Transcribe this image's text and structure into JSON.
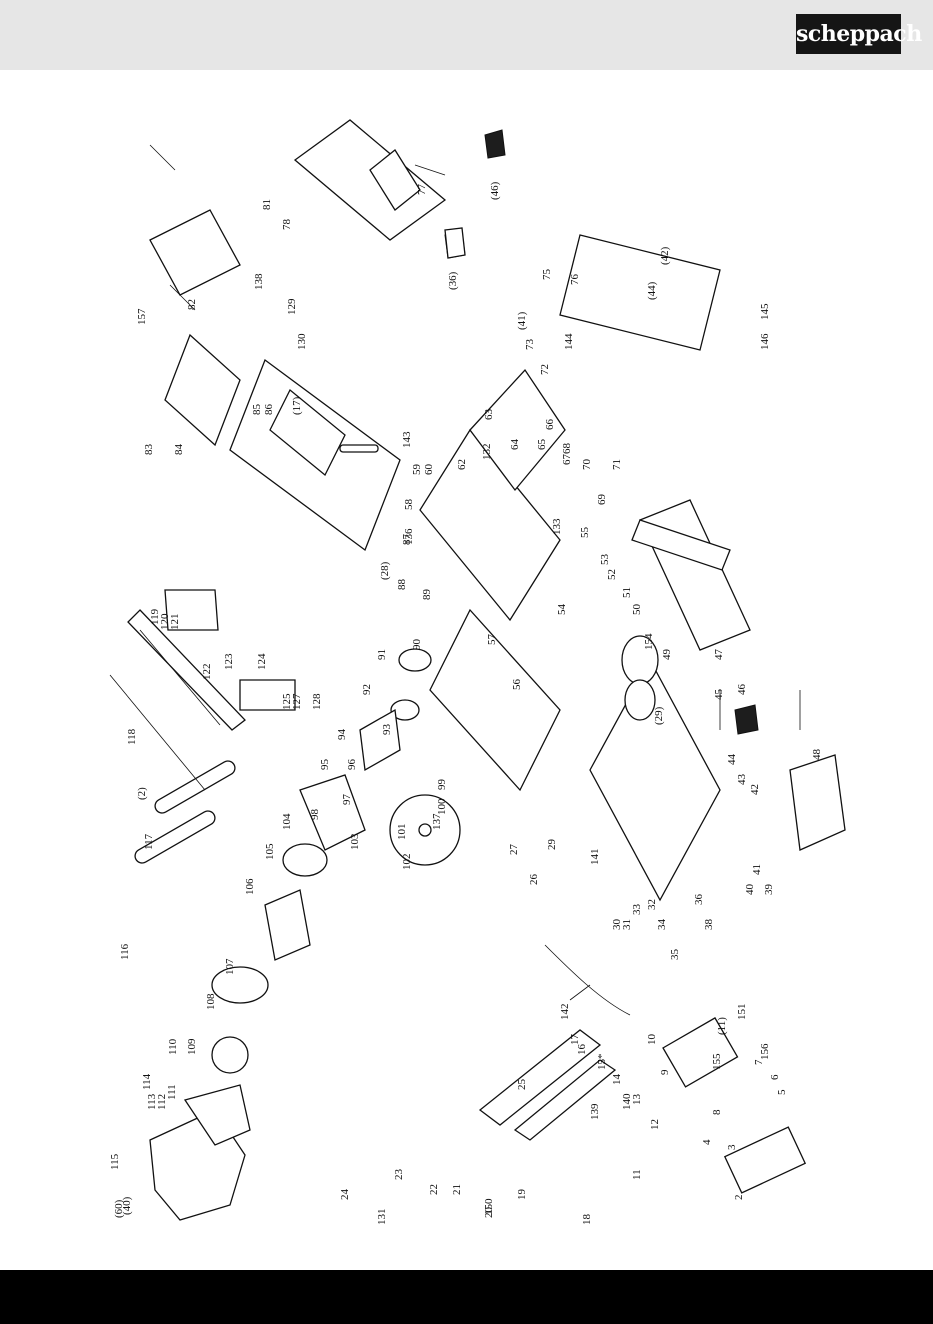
{
  "brand": {
    "logo_text": "scheppach"
  },
  "part_numbers": [
    "2",
    "3",
    "4",
    "5",
    "6",
    "7",
    "8",
    "9",
    "10",
    "11",
    "12",
    "13",
    "14",
    "15*",
    "16",
    "17",
    "18",
    "19",
    "20",
    "21",
    "22",
    "23",
    "24",
    "25",
    "26",
    "27",
    "29",
    "30",
    "31",
    "32",
    "33",
    "34",
    "35",
    "36",
    "38",
    "39",
    "40",
    "41",
    "42",
    "43",
    "44",
    "45",
    "46",
    "47",
    "48",
    "49",
    "50",
    "51",
    "52",
    "53",
    "54",
    "55",
    "56",
    "57",
    "58",
    "59",
    "60",
    "62",
    "63",
    "64",
    "65",
    "66",
    "6768",
    "69",
    "70",
    "71",
    "72",
    "73",
    "75",
    "76",
    "77",
    "78",
    "81",
    "82",
    "83",
    "84",
    "85",
    "86",
    "87",
    "88",
    "89",
    "90",
    "91",
    "92",
    "93",
    "94",
    "95",
    "96",
    "97",
    "98",
    "99",
    "100",
    "101",
    "102",
    "103",
    "104",
    "105",
    "106",
    "107",
    "108",
    "109",
    "110",
    "111",
    "112",
    "113",
    "114",
    "115",
    "116",
    "117",
    "118",
    "119",
    "120",
    "121",
    "122",
    "123",
    "124",
    "125",
    "127",
    "128",
    "129",
    "130",
    "131",
    "132",
    "133",
    "136",
    "137",
    "138",
    "139",
    "140",
    "141",
    "142",
    "143",
    "144",
    "145",
    "146",
    "149",
    "150",
    "151",
    "154",
    "155",
    "156",
    "157"
  ],
  "bracket_numbers": [
    "(2)",
    "(11)",
    "(17)",
    "(28)",
    "(29)",
    "(36)",
    "(40)",
    "(41)",
    "(42)",
    "(44)",
    "(46)",
    "(60)"
  ]
}
